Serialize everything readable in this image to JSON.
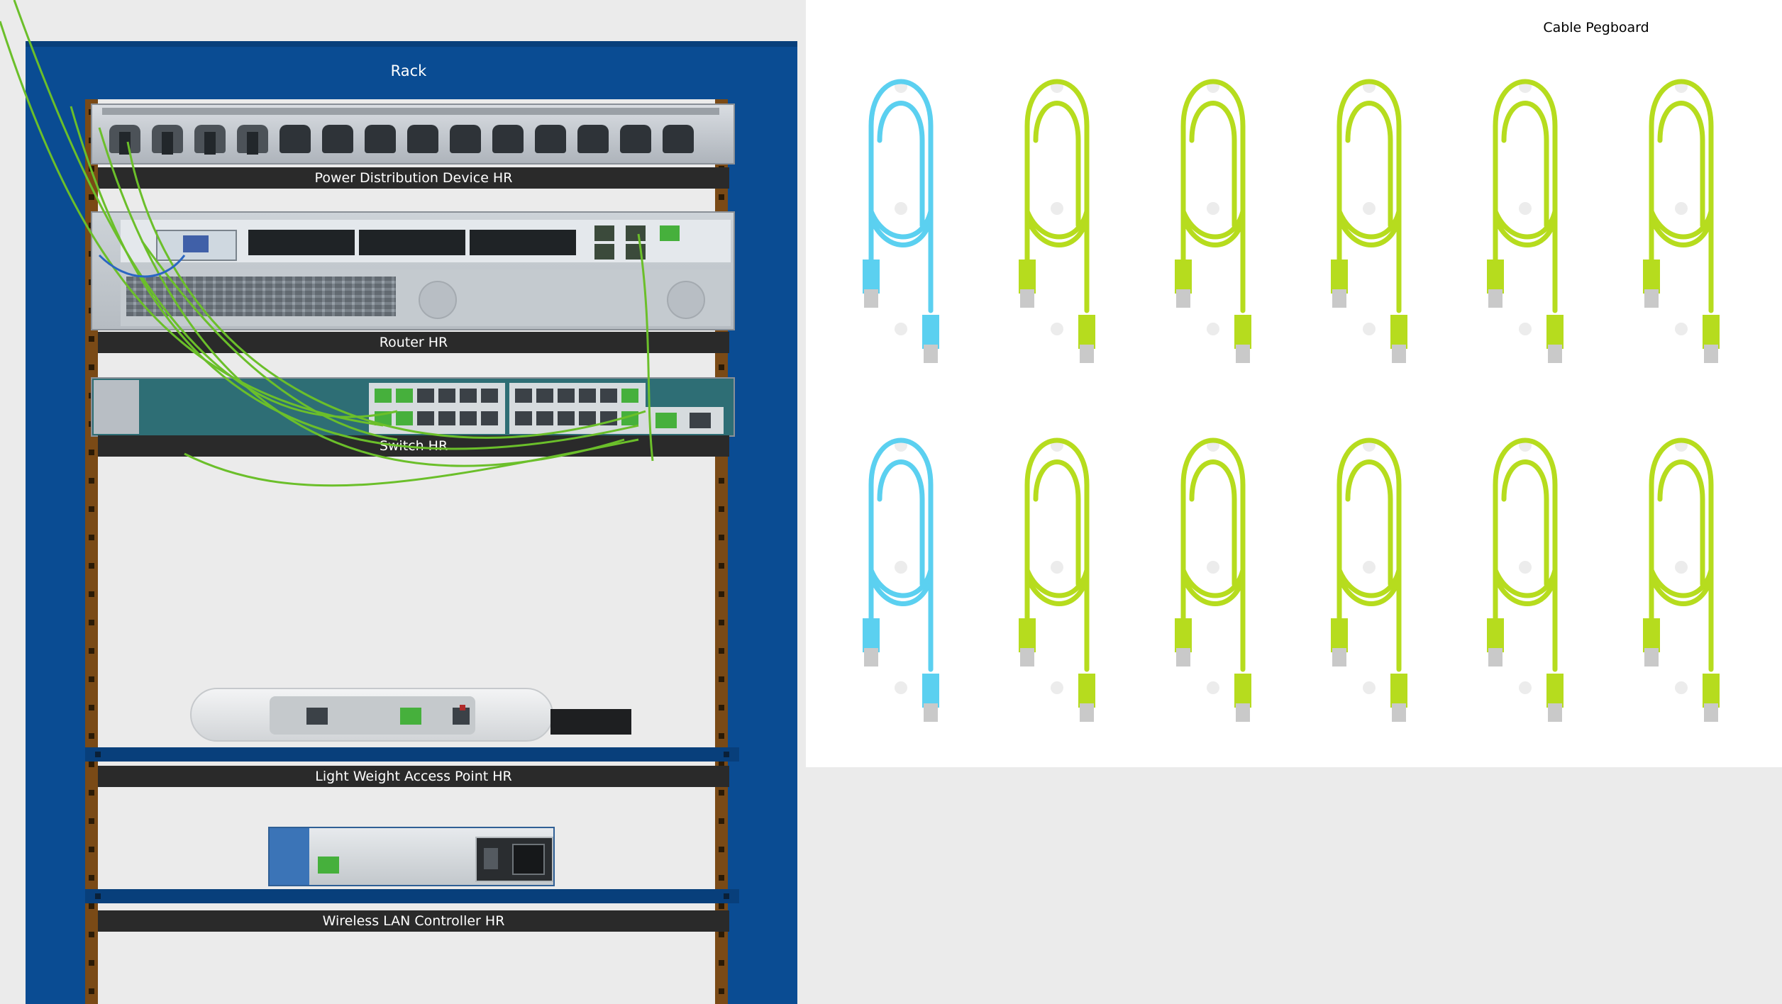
{
  "rack": {
    "title": "Rack",
    "devices": {
      "pdu": "Power Distribution Device HR",
      "router": "Router HR",
      "switch": "Switch HR",
      "ap": "Light Weight Access Point HR",
      "wlc": "Wireless LAN Controller HR"
    }
  },
  "pegboard": {
    "title": "Cable Pegboard",
    "cable_colors": [
      "#5bd0f0",
      "#b6dc1e"
    ],
    "rows": [
      [
        "blue",
        "green",
        "green",
        "green",
        "green",
        "green"
      ],
      [
        "blue",
        "green",
        "green",
        "green",
        "green",
        "green"
      ]
    ]
  },
  "colors": {
    "rack_frame": "#0a4c93",
    "rail": "#7a4a16",
    "patch_cable": "#6bbf2a",
    "label_bar": "#2a2a2a"
  }
}
